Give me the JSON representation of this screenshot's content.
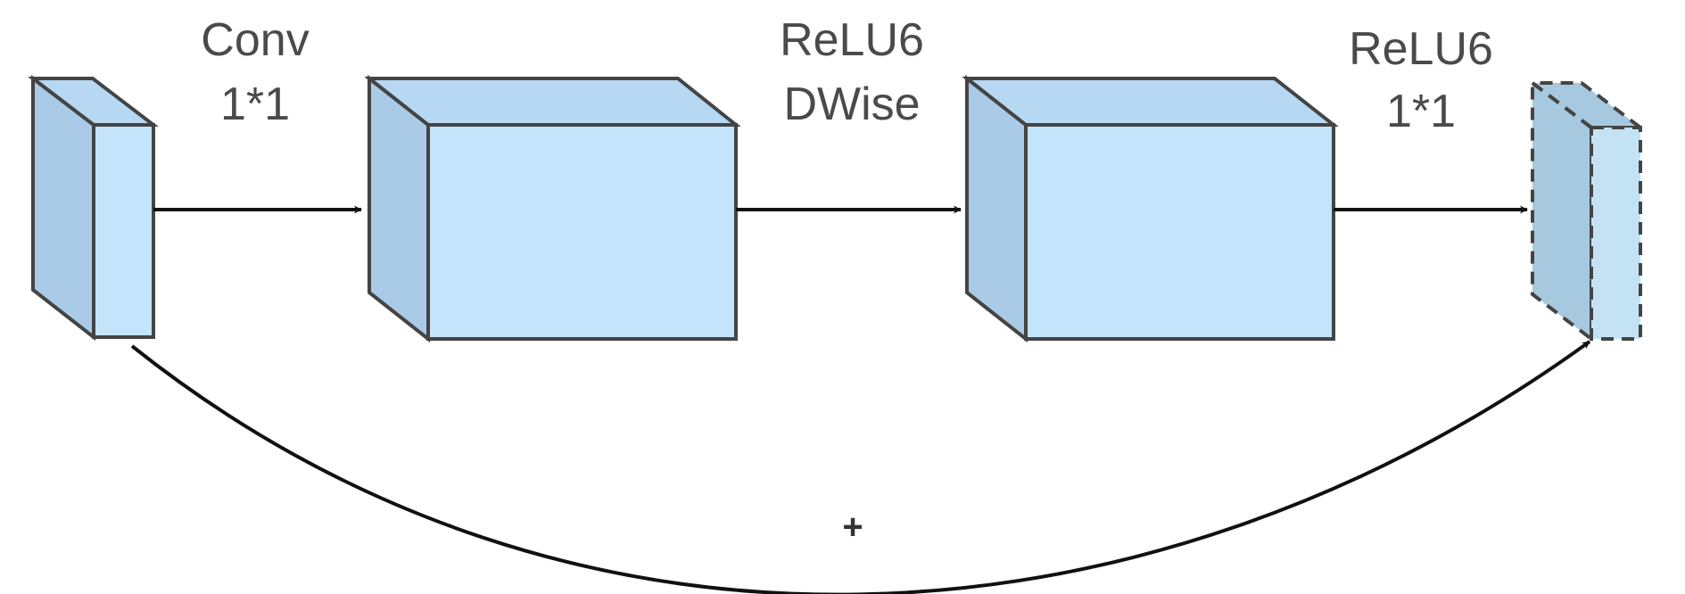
{
  "labels": {
    "conv_line1": "Conv",
    "conv_line2": "1*1",
    "dwise_line1": "ReLU6",
    "dwise_line2": "DWise",
    "out_line1": "ReLU6",
    "out_line2": "1*1",
    "skip": "+"
  },
  "colors": {
    "front": "#c3e4fb",
    "side": "#a9cbe7",
    "top": "#b7d8f2",
    "output_front": "#c3e3f5",
    "output_side": "#a6c9e0"
  }
}
